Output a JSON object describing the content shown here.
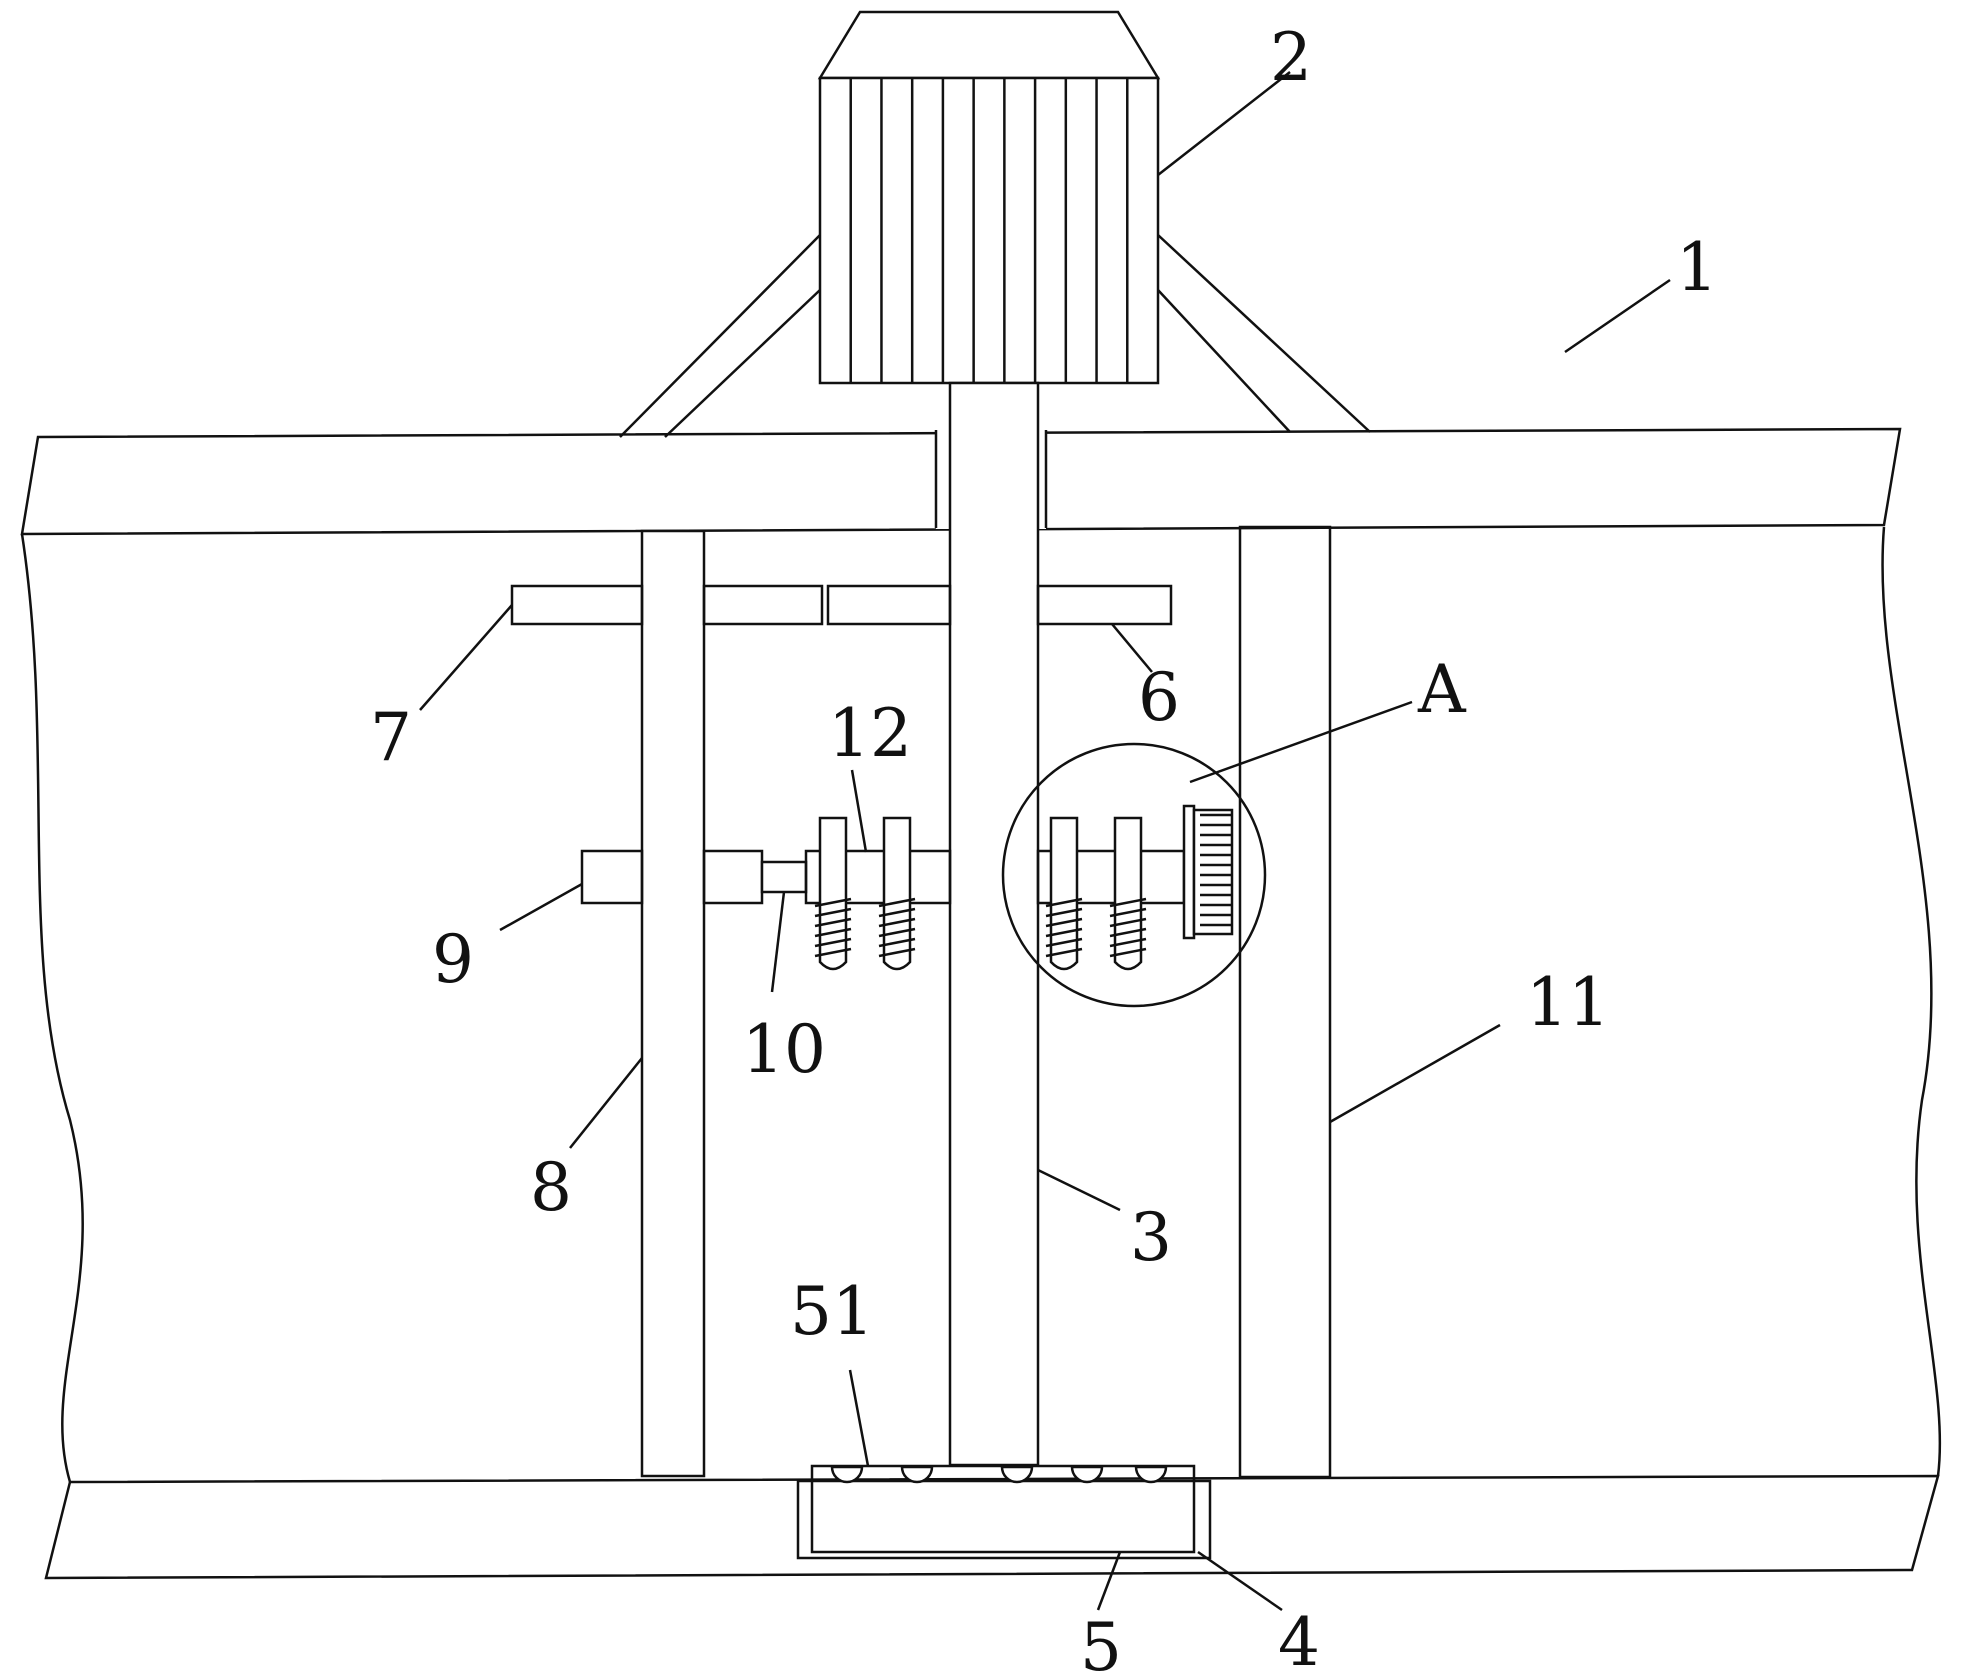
{
  "figure": {
    "kind": "patent-drawing",
    "style": "black line art on white",
    "colors": {
      "ink": "#111111",
      "paper": "#ffffff"
    }
  },
  "callouts": {
    "c1": "1",
    "c2": "2",
    "c3": "3",
    "c4": "4",
    "c5": "5",
    "c51": "51",
    "c6": "6",
    "c7": "7",
    "c8": "8",
    "c9": "9",
    "c10": "10",
    "c11": "11",
    "c12": "12",
    "cA": "A"
  }
}
